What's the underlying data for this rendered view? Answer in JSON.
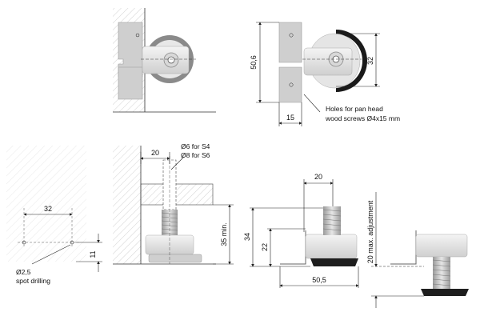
{
  "labels": {
    "height_50_6": "50,6",
    "height_32": "32",
    "width_15": "15",
    "holes_line1": "Holes for pan head",
    "holes_line2": "wood screws Ø4x15 mm",
    "width_32_left": "32",
    "height_11": "11",
    "drill_dia": "Ø2,5",
    "spot_drilling": "spot drilling",
    "width_20_mid": "20",
    "bore_s4": "Ø6 for S4",
    "bore_s6": "Ø8 for S6",
    "min_35": "35 min.",
    "width_20_right": "20",
    "height_34": "34",
    "height_22": "22",
    "width_50_5": "50,5",
    "max_adjust": "20 max. adjustment"
  }
}
